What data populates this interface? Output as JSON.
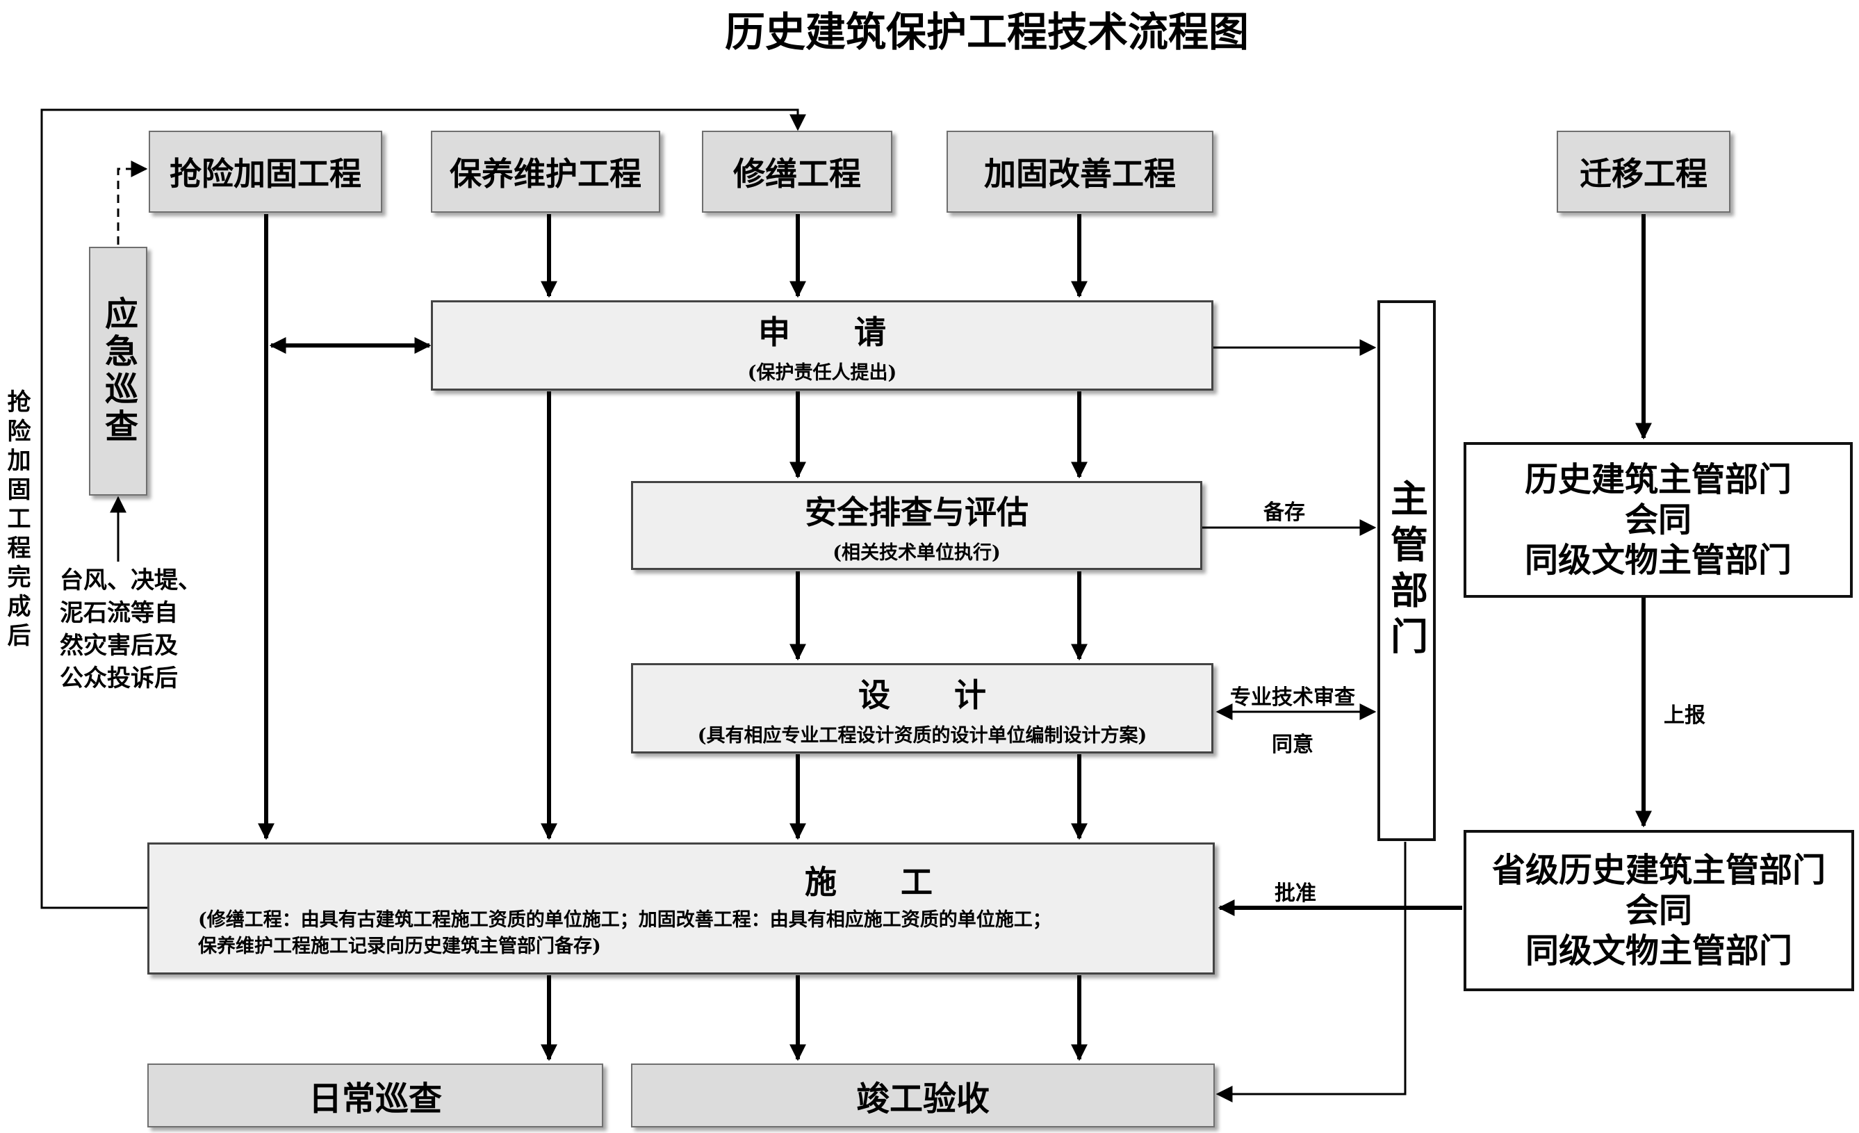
{
  "title": "历史建筑保护工程技术流程图",
  "top_boxes": {
    "rescue": "抢险加固工程",
    "maintenance": "保养维护工程",
    "repair": "修缮工程",
    "reinforce": "加固改善工程",
    "relocation": "迁移工程"
  },
  "emergency_patrol": "应急巡查",
  "disaster_note": [
    "台风、决堤、",
    "泥石流等自",
    "然灾害后及",
    "公众投诉后"
  ],
  "left_feedback_label": "抢险加固工程完成后",
  "application": {
    "title": "申　　请",
    "sub": "(保护责任人提出)"
  },
  "safety": {
    "title": "安全排查与评估",
    "sub": "(相关技术单位执行)"
  },
  "design": {
    "title": "设　　计",
    "sub": "(具有相应专业工程设计资质的设计单位编制设计方案)"
  },
  "construction": {
    "title": "施　　工",
    "sub_line1": "(修缮工程：由具有古建筑工程施工资质的单位施工；加固改善工程：由具有相应施工资质的单位施工；",
    "sub_line2": "保养维护工程施工记录向历史建筑主管部门备存)"
  },
  "daily_patrol": "日常巡查",
  "acceptance": "竣工验收",
  "authority": "主管部门",
  "hist_dept": [
    "历史建筑主管部门",
    "会同",
    "同级文物主管部门"
  ],
  "prov_dept": [
    "省级历史建筑主管部门",
    "会同",
    "同级文物主管部门"
  ],
  "edge_labels": {
    "archive": "备存",
    "review": "专业技术审查",
    "agree": "同意",
    "report": "上报",
    "approve": "批准"
  }
}
